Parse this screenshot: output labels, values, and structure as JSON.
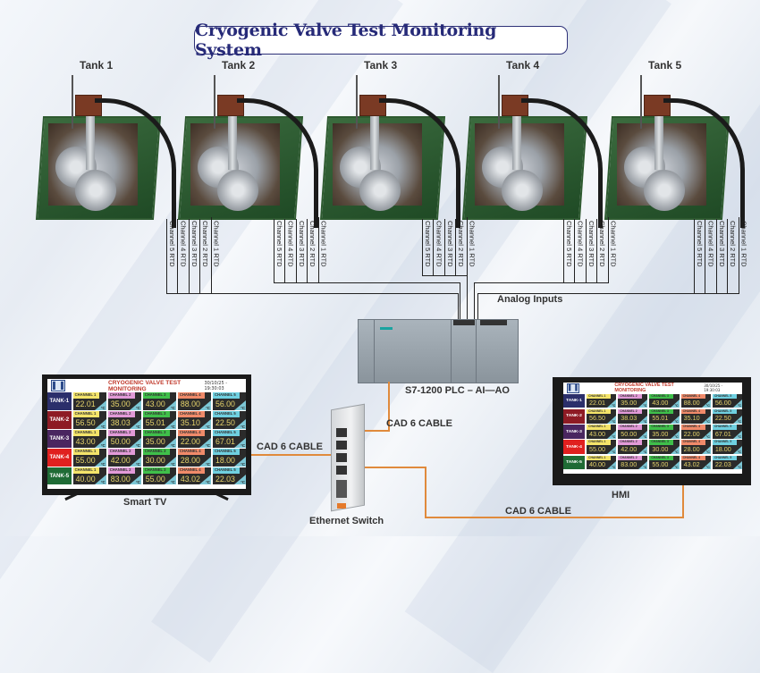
{
  "title": "Cryogenic Valve Test Monitoring System",
  "tanks": [
    {
      "label": "Tank 1"
    },
    {
      "label": "Tank 2"
    },
    {
      "label": "Tank 3"
    },
    {
      "label": "Tank 4"
    },
    {
      "label": "Tank 5"
    }
  ],
  "channel_labels": [
    "Channel 5 RTD",
    "Channel 4 RTD",
    "Channel 3 RTD",
    "Channel 2 RTD",
    "Channel 1 RTD"
  ],
  "labels": {
    "analog_inputs": "Analog Inputs",
    "plc": "S7-1200 PLC – AI—AO",
    "cable_switch_plc": "CAD 6 CABLE",
    "cable_tv": "CAD 6 CABLE",
    "cable_hmi": "CAD 6 CABLE",
    "smart_tv": "Smart TV",
    "ethernet_switch": "Ethernet Switch",
    "hmi": "HMI"
  },
  "dashboard": {
    "title": "CRYOGENIC VALVE TEST MONITORING",
    "timestamp_tv": "30/10/25 - 19:30:03",
    "timestamp_hmi": "30/10/25 - 19:30:03",
    "unit": "°C",
    "channel_headers": [
      "CHANNEL 1",
      "CHANNEL 2",
      "CHANNEL 3",
      "CHANNEL 4",
      "CHANNEL 5"
    ],
    "channel_colors": [
      "#f4e46a",
      "#e29ad8",
      "#3fbf4a",
      "#f08a6a",
      "#6fd0e0"
    ],
    "rows": [
      {
        "tank": "TANK-1",
        "color": "#2b2f6b",
        "values": [
          "22.01",
          "35.00",
          "43.00",
          "88.00",
          "56.00"
        ]
      },
      {
        "tank": "TANK-2",
        "color": "#8e1b24",
        "values": [
          "56.50",
          "38.03",
          "55.01",
          "35.10",
          "22.50"
        ]
      },
      {
        "tank": "TANK-3",
        "color": "#4a2660",
        "values": [
          "43.00",
          "50.00",
          "35.00",
          "22.00",
          "67.01"
        ]
      },
      {
        "tank": "TANK-4",
        "color": "#e0201f",
        "values": [
          "55.00",
          "42.00",
          "30.00",
          "28.00",
          "18.00"
        ]
      },
      {
        "tank": "TANK-5",
        "color": "#1f6b35",
        "values": [
          "40.00",
          "83.00",
          "55.00",
          "43.02",
          "22.03"
        ]
      }
    ]
  }
}
